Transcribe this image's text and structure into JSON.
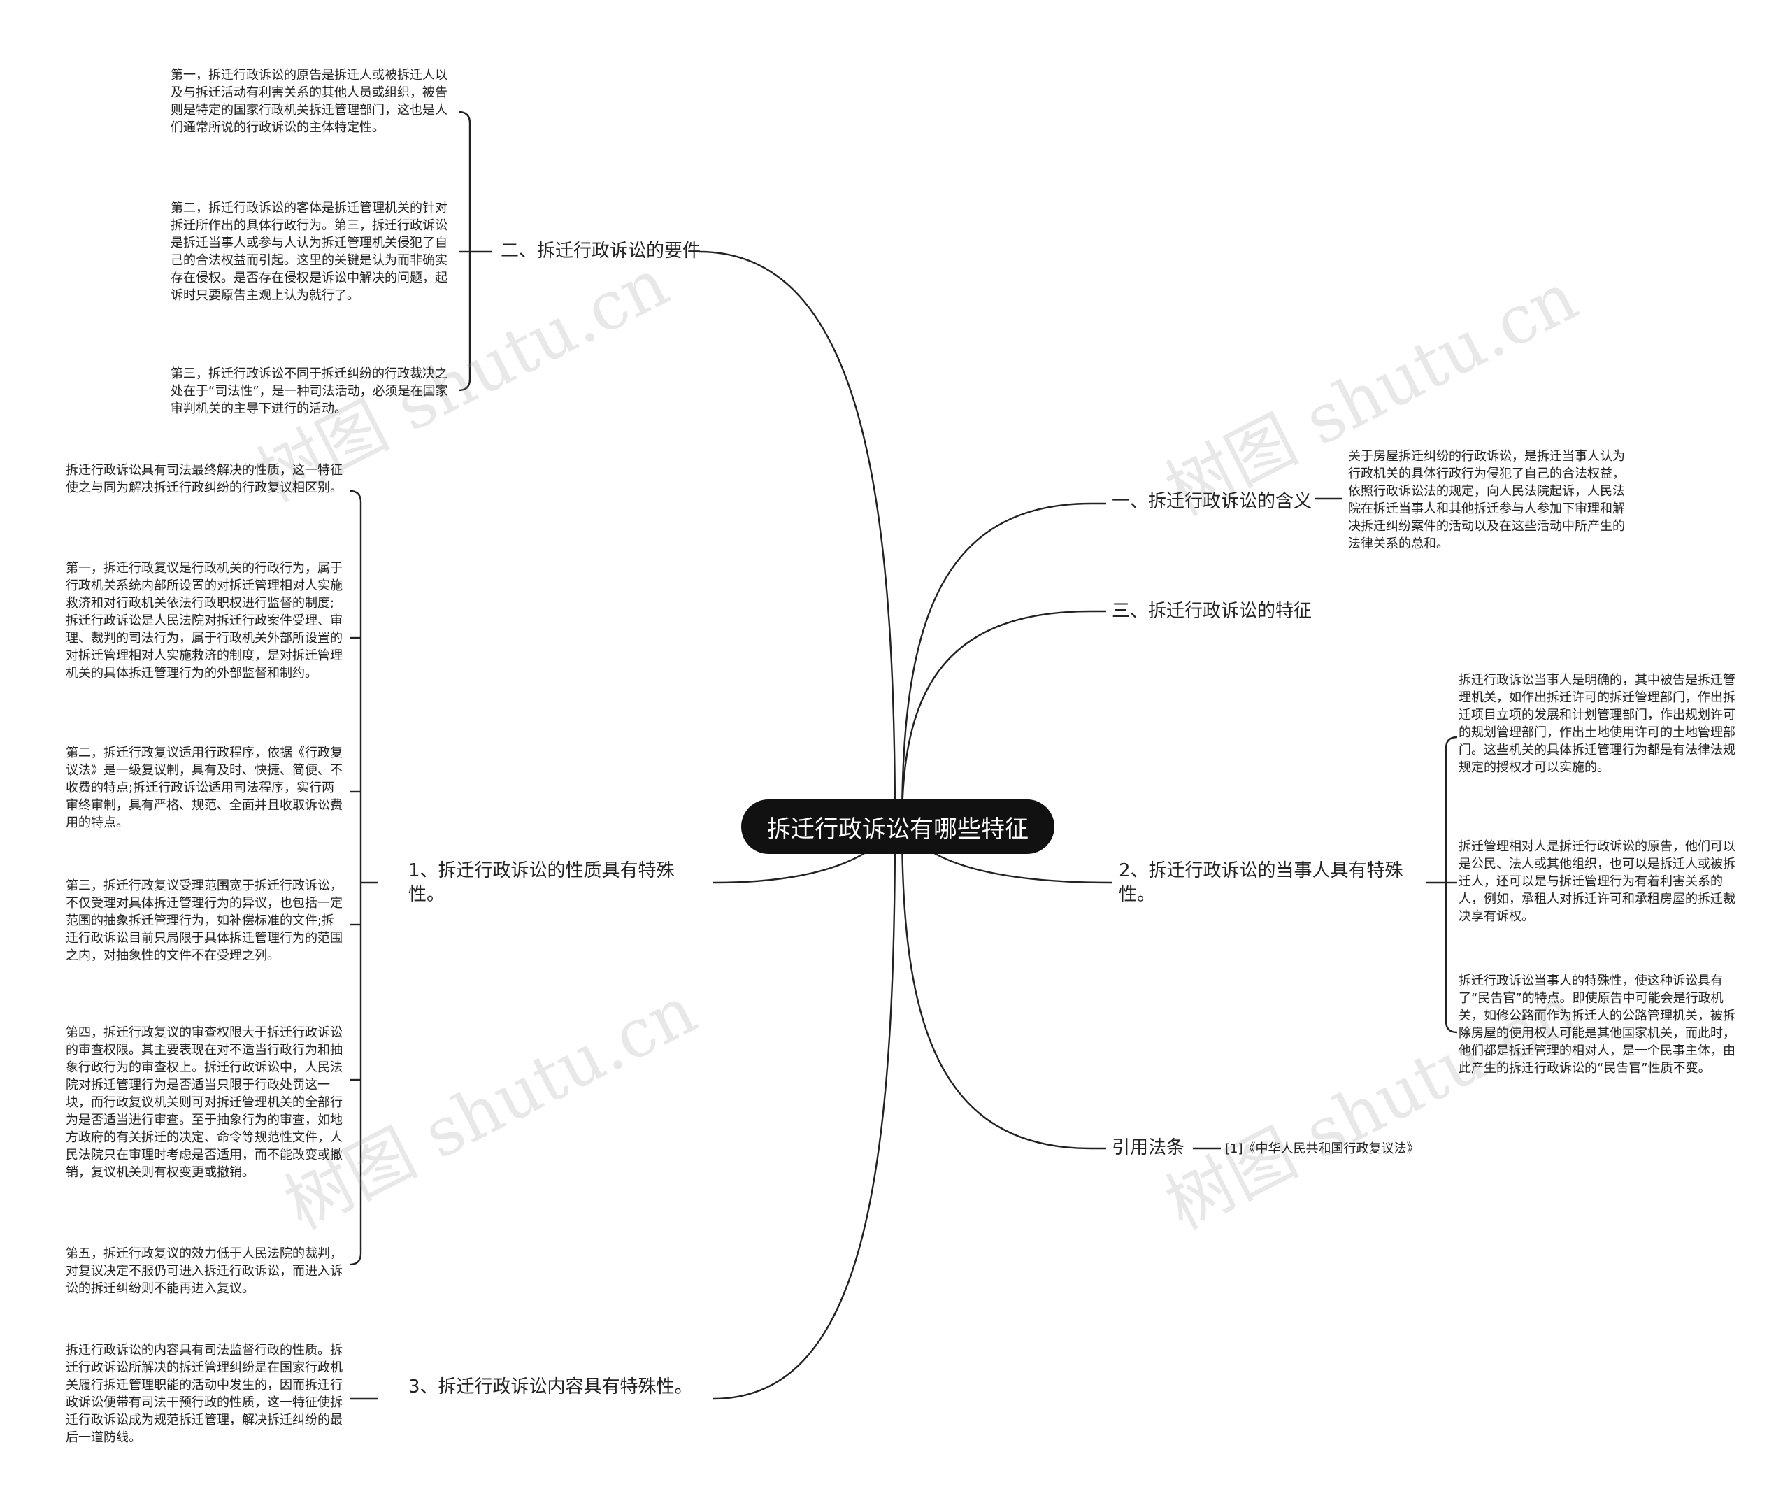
{
  "root": {
    "title": "拆迁行政诉讼有哪些特征"
  },
  "right": {
    "meaning": {
      "label": "一、拆迁行政诉讼的含义",
      "text": "关于房屋拆迁纠纷的行政诉讼，是拆迁当事人认为行政机关的具体行政行为侵犯了自己的合法权益，依照行政诉讼法的规定，向人民法院起诉，人民法院在拆迁当事人和其他拆迁参与人参加下审理和解决拆迁纠纷案件的活动以及在这些活动中所产生的法律关系的总和。"
    },
    "features": {
      "label": "三、拆迁行政诉讼的特征"
    },
    "parties": {
      "label": "2、拆迁行政诉讼的当事人具有特殊性。",
      "items": [
        "拆迁行政诉讼当事人是明确的，其中被告是拆迁管理机关，如作出拆迁许可的拆迁管理部门，作出拆迁项目立项的发展和计划管理部门，作出规划许可的规划管理部门，作出土地使用许可的土地管理部门。这些机关的具体拆迁管理行为都是有法律法规规定的授权才可以实施的。",
        "拆迁管理相对人是拆迁行政诉讼的原告，他们可以是公民、法人或其他组织，也可以是拆迁人或被拆迁人，还可以是与拆迁管理行为有着利害关系的人，例如，承租人对拆迁许可和承租房屋的拆迁裁决享有诉权。",
        "拆迁行政诉讼当事人的特殊性，使这种诉讼具有了“民告官”的特点。即使原告中可能会是行政机关，如修公路而作为拆迁人的公路管理机关，被拆除房屋的使用权人可能是其他国家机关，而此时，他们都是拆迁管理的相对人，是一个民事主体，由此产生的拆迁行政诉讼的“民告官”性质不变。"
      ]
    },
    "cite": {
      "label": "引用法条",
      "text": "[1]《中华人民共和国行政复议法》"
    }
  },
  "left": {
    "elements": {
      "label": "二、拆迁行政诉讼的要件",
      "items": [
        "第一，拆迁行政诉讼的原告是拆迁人或被拆迁人以及与拆迁活动有利害关系的其他人员或组织，被告则是特定的国家行政机关拆迁管理部门，这也是人们通常所说的行政诉讼的主体特定性。",
        "第二，拆迁行政诉讼的客体是拆迁管理机关的针对拆迁所作出的具体行政行为。第三，拆迁行政诉讼是拆迁当事人或参与人认为拆迁管理机关侵犯了自己的合法权益而引起。这里的关键是认为而非确实存在侵权。是否存在侵权是诉讼中解决的问题，起诉时只要原告主观上认为就行了。",
        "第三，拆迁行政诉讼不同于拆迁纠纷的行政裁决之处在于“司法性”，是一种司法活动，必须是在国家审判机关的主导下进行的活动。"
      ]
    },
    "nature": {
      "label": "1、拆迁行政诉讼的性质具有特殊性。",
      "items": [
        "拆迁行政诉讼具有司法最终解决的性质，这一特征使之与同为解决拆迁行政纠纷的行政复议相区别。",
        "第一，拆迁行政复议是行政机关的行政行为，属于行政机关系统内部所设置的对拆迁管理相对人实施救济和对行政机关依法行政职权进行监督的制度;拆迁行政诉讼是人民法院对拆迁行政案件受理、审理、裁判的司法行为，属于行政机关外部所设置的对拆迁管理相对人实施救济的制度，是对拆迁管理机关的具体拆迁管理行为的外部监督和制约。",
        "第二，拆迁行政复议适用行政程序，依据《行政复议法》是一级复议制，具有及时、快捷、简便、不收费的特点;拆迁行政诉讼适用司法程序，实行两审终审制，具有严格、规范、全面并且收取诉讼费用的特点。",
        "第三，拆迁行政复议受理范围宽于拆迁行政诉讼，不仅受理对具体拆迁管理行为的异议，也包括一定范围的抽象拆迁管理行为，如补偿标准的文件;拆迁行政诉讼目前只局限于具体拆迁管理行为的范围之内，对抽象性的文件不在受理之列。",
        "第四，拆迁行政复议的审查权限大于拆迁行政诉讼的审查权限。其主要表现在对不适当行政行为和抽象行政行为的审查权上。拆迁行政诉讼中，人民法院对拆迁管理行为是否适当只限于行政处罚这一块，而行政复议机关则可对拆迁管理机关的全部行为是否适当进行审查。至于抽象行为的审查，如地方政府的有关拆迁的决定、命令等规范性文件，人民法院只在审理时考虑是否适用，而不能改变或撤销，复议机关则有权变更或撤销。",
        "第五，拆迁行政复议的效力低于人民法院的裁判，对复议决定不服仍可进入拆迁行政诉讼，而进入诉讼的拆迁纠纷则不能再进入复议。"
      ]
    },
    "content": {
      "label": "3、拆迁行政诉讼内容具有特殊性。",
      "text": "拆迁行政诉讼的内容具有司法监督行政的性质。拆迁行政诉讼所解决的拆迁管理纠纷是在国家行政机关履行拆迁管理职能的活动中发生的，因而拆迁行政诉讼便带有司法干预行政的性质，这一特征使拆迁行政诉讼成为规范拆迁管理，解决拆迁纠纷的最后一道防线。"
    }
  },
  "watermark": "树图 shutu.cn"
}
